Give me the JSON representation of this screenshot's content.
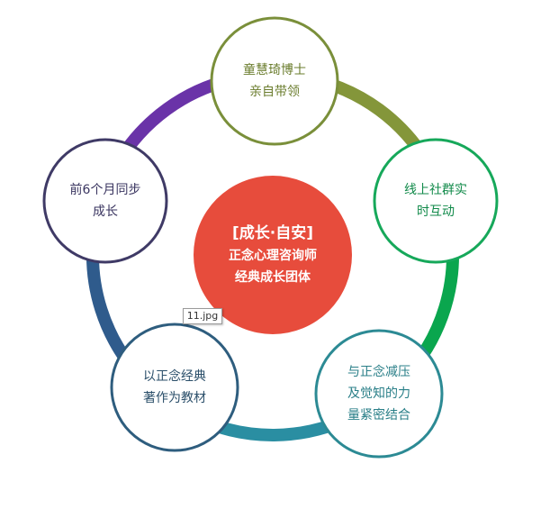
{
  "center": {
    "title": "[成长·自安]",
    "line1": "正念心理咨询师",
    "line2": "经典成长团体",
    "color": "#e74c3c"
  },
  "nodes": [
    {
      "key": "top",
      "text": "童慧琦博士\n亲自带领",
      "color": "#7a8f3a"
    },
    {
      "key": "right",
      "text": "线上社群实\n时互动",
      "color": "#16a85a"
    },
    {
      "key": "bottom_right",
      "text": "与正念减压\n及觉知的力\n量紧密结合",
      "color": "#2c8a94"
    },
    {
      "key": "bottom_left",
      "text": "以正念经典\n著作为教材",
      "color": "#2e5d7e"
    },
    {
      "key": "left",
      "text": "前6个月同步\n成长",
      "color": "#3f3a66"
    }
  ],
  "arcs": [
    {
      "from": "left",
      "to": "top",
      "color": "#6a33a8"
    },
    {
      "from": "top",
      "to": "right",
      "color": "#84963a"
    },
    {
      "from": "right",
      "to": "bottom_right",
      "color": "#0aa64e"
    },
    {
      "from": "bottom_right",
      "to": "bottom_left",
      "color": "#2a8ea2"
    },
    {
      "from": "bottom_left",
      "to": "left",
      "color": "#2f5b8c"
    }
  ],
  "image_tag": "11.jpg"
}
